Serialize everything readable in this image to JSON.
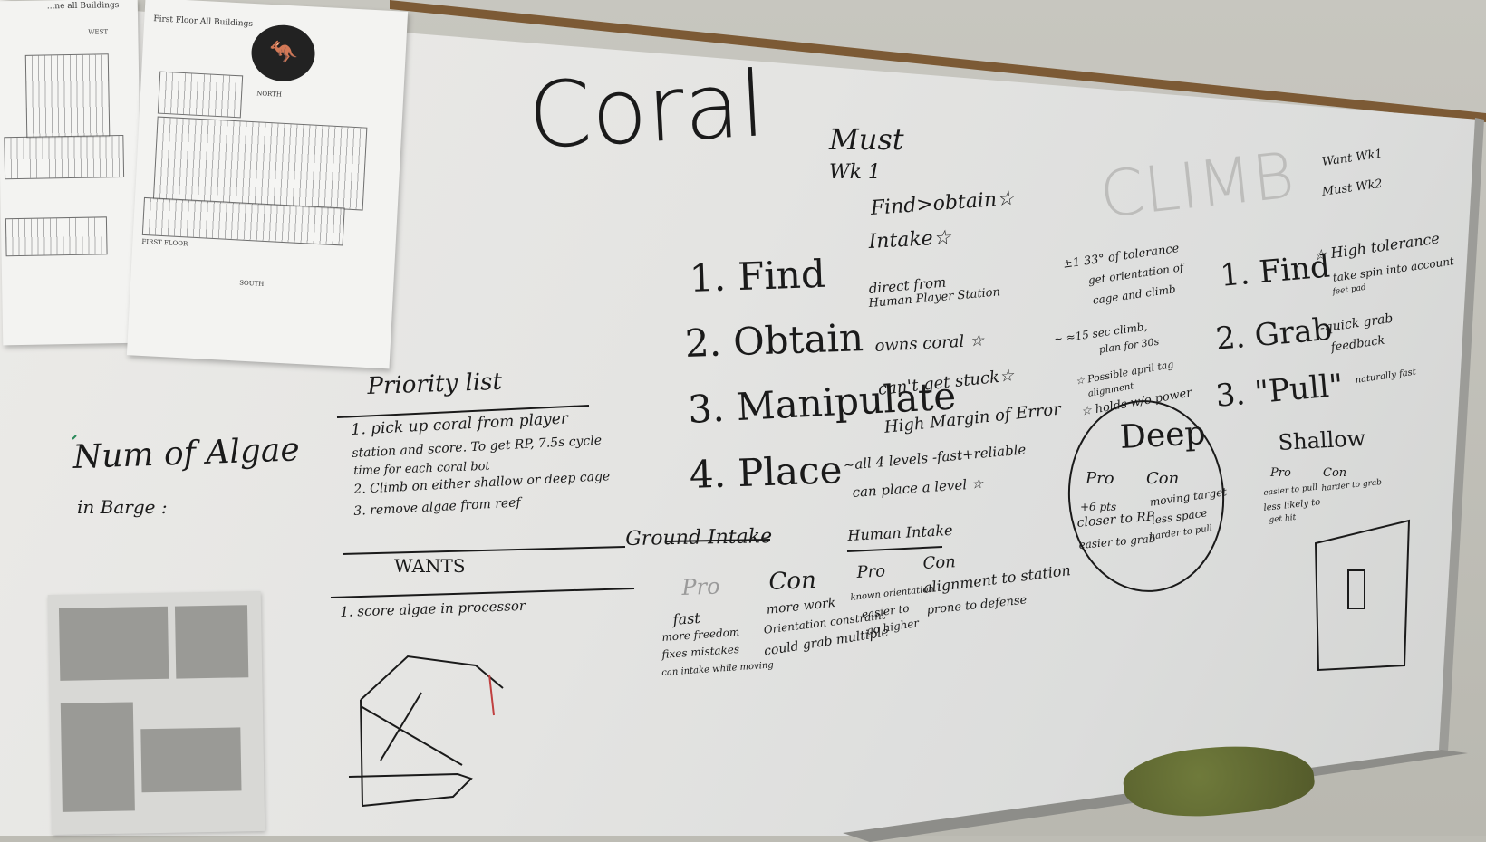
{
  "maps": {
    "left_title": "...ne all Buildings",
    "left_compass": "WEST",
    "right_title": "First Floor All Buildings",
    "right_north": "NORTH",
    "right_south": "SOUTH",
    "right_first_floor": "FIRST FLOOR"
  },
  "board": {
    "coral": {
      "title": "Coral",
      "must": "Must",
      "wk": "Wk 1",
      "find_obtain": "Find>obtain☆",
      "intake": "Intake☆",
      "steps": [
        "1. Find",
        "2. Obtain",
        "3. Manipulate",
        "4. Place"
      ],
      "notes": [
        "direct from",
        "Human Player Station",
        "owns coral ☆",
        "can't get stuck☆",
        "High Margin of Error",
        "~all 4 levels -fast+reliable",
        "can place a level ☆"
      ]
    },
    "climb": {
      "title": "CLIMB",
      "want": "Want Wk1",
      "must": "Must Wk2",
      "tolerance": "±1 33° of tolerance",
      "orientation": "get orientation of",
      "cage": "cage and climb",
      "time": "~ ≈15 sec climb,",
      "plan": "plan for 30s",
      "possible": "☆ Possible april tag",
      "alignment": "alignment",
      "holds": "☆ holds w/o power",
      "steps": [
        "1. Find",
        "2. Grab",
        "3. \"Pull\""
      ],
      "step_notes": [
        "☆ High tolerance",
        "take spin into account",
        "feet pad",
        "-quick grab",
        "feedback",
        "naturally fast"
      ],
      "deep": "Deep",
      "deep_pro": "Pro",
      "deep_con": "Con",
      "deep_pro_items": [
        "+6 pts",
        "closer to RP",
        "easier to grab"
      ],
      "deep_con_items": [
        "moving target",
        "less space",
        "harder to pull"
      ],
      "shallow": "Shallow",
      "shallow_pro": "Pro",
      "shallow_con": "Con",
      "shallow_pro_items": [
        "easier to pull",
        "less likely to",
        "get hit"
      ],
      "shallow_con_items": [
        "harder to grab"
      ]
    },
    "priority": {
      "title": "Priority list",
      "lines": [
        "1. pick up coral from player",
        "station and score. To get RP, 7.5s cycle",
        "time for each coral bot",
        "2. Climb on either shallow or deep cage",
        "3. remove algae from reef"
      ]
    },
    "wants": {
      "title": "WANTS",
      "lines": [
        "1. score algae in processor"
      ]
    },
    "algae": {
      "line1": "Num of Algae",
      "line2": "in Barge :"
    },
    "intake": {
      "ground": "Ground Intake",
      "ground_pro": "Pro",
      "ground_con": "Con",
      "ground_pro_items": [
        "fast",
        "more freedom",
        "fixes mistakes",
        "can intake while moving"
      ],
      "ground_con_items": [
        "more work",
        "Orientation constraint",
        "could grab multiple"
      ],
      "human": "Human Intake",
      "human_pro": "Pro",
      "human_con": "Con",
      "human_pro_items": [
        "known orientation",
        "easier to",
        "go higher"
      ],
      "human_con_items": [
        "alignment to station",
        "prone to defense"
      ]
    }
  }
}
